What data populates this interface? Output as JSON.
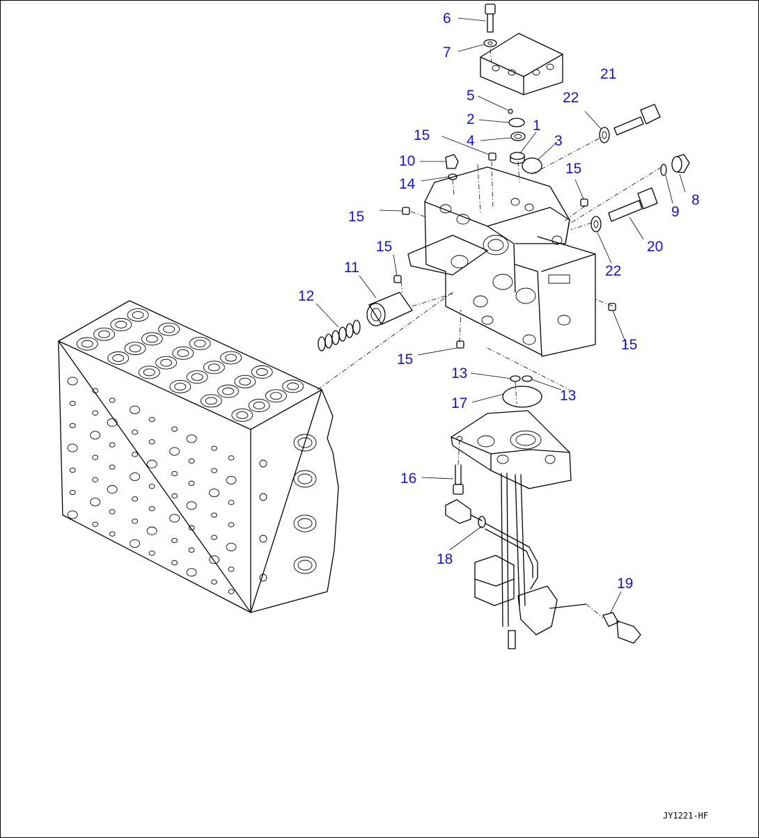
{
  "drawing_code": "JY1221-HF",
  "colors": {
    "callout": "#1414c8",
    "line": "#000000",
    "background": "#ffffff"
  },
  "callouts": [
    {
      "id": "c6",
      "label": "6"
    },
    {
      "id": "c7",
      "label": "7"
    },
    {
      "id": "c5",
      "label": "5"
    },
    {
      "id": "c2",
      "label": "2"
    },
    {
      "id": "c4",
      "label": "4"
    },
    {
      "id": "c1",
      "label": "1"
    },
    {
      "id": "c3",
      "label": "3"
    },
    {
      "id": "c21",
      "label": "21"
    },
    {
      "id": "c22a",
      "label": "22"
    },
    {
      "id": "c15a",
      "label": "15"
    },
    {
      "id": "c10",
      "label": "10"
    },
    {
      "id": "c14",
      "label": "14"
    },
    {
      "id": "c15b",
      "label": "15"
    },
    {
      "id": "c15c",
      "label": "15"
    },
    {
      "id": "c8",
      "label": "8"
    },
    {
      "id": "c9",
      "label": "9"
    },
    {
      "id": "c15d",
      "label": "15"
    },
    {
      "id": "c20",
      "label": "20"
    },
    {
      "id": "c22b",
      "label": "22"
    },
    {
      "id": "c11",
      "label": "11"
    },
    {
      "id": "c12",
      "label": "12"
    },
    {
      "id": "c15e",
      "label": "15"
    },
    {
      "id": "c15f",
      "label": "15"
    },
    {
      "id": "c13a",
      "label": "13"
    },
    {
      "id": "c13b",
      "label": "13"
    },
    {
      "id": "c17",
      "label": "17"
    },
    {
      "id": "c16",
      "label": "16"
    },
    {
      "id": "c18",
      "label": "18"
    },
    {
      "id": "c19",
      "label": "19"
    }
  ]
}
